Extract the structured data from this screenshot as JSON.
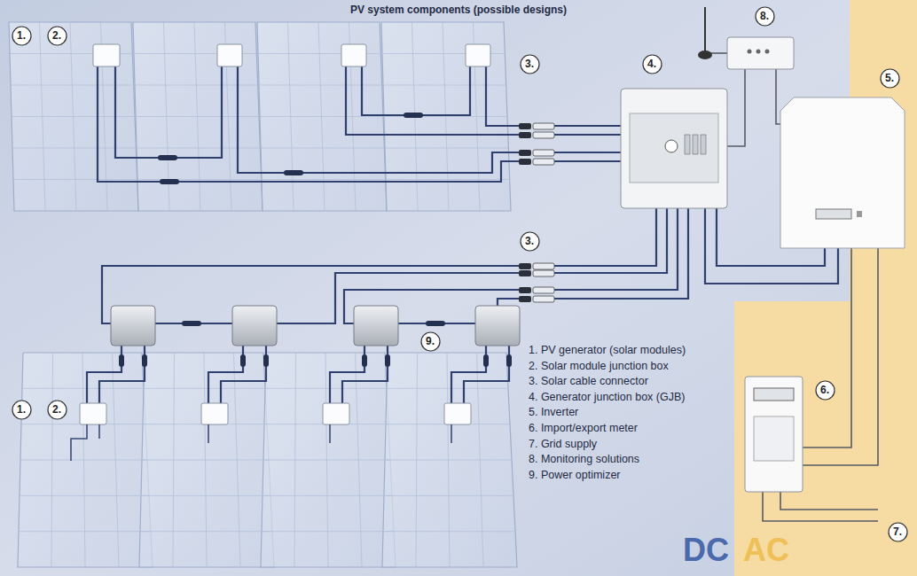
{
  "diagram": {
    "title": "PV system components (possible designs)",
    "nodes": [
      {
        "text": [
          "8."
        ]
      },
      {
        "text": [
          "1."
        ]
      },
      {
        "text": [
          "2."
        ]
      },
      {
        "text": [
          "3."
        ]
      },
      {
        "text": [
          "4."
        ]
      },
      {
        "text": [
          "5."
        ]
      },
      {
        "text": [
          "3."
        ]
      },
      {
        "text": [
          "9."
        ]
      },
      {
        "text": [
          "6."
        ]
      },
      {
        "text": [
          "1."
        ]
      },
      {
        "text": [
          "2."
        ]
      },
      {
        "text": [
          "7."
        ]
      }
    ],
    "labels": [
      "1. PV generator (solar modules)",
      "2. Solar module junction box",
      "3. Solar cable connector",
      "4. Generator junction box (GJB)",
      "5. Inverter",
      "6. Import/export meter",
      "7. Grid supply",
      "8. Monitoring solutions",
      "9. Power optimizer",
      "DC",
      "AC"
    ]
  }
}
